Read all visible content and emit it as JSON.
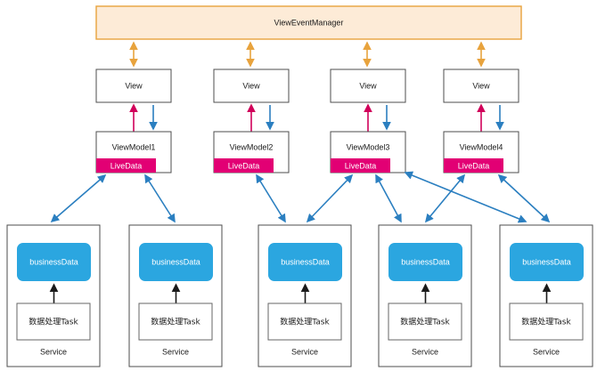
{
  "diagram": {
    "type": "architecture-flow",
    "title_box": {
      "label": "ViewEventManager",
      "fill": "#fdebd7",
      "border": "#e8a33d"
    },
    "views": [
      {
        "label": "View"
      },
      {
        "label": "View"
      },
      {
        "label": "View"
      },
      {
        "label": "View"
      }
    ],
    "viewmodels": [
      {
        "label": "ViewModel1",
        "badge": "LiveData"
      },
      {
        "label": "ViewModel2",
        "badge": "LiveData"
      },
      {
        "label": "ViewModel3",
        "badge": "LiveData"
      },
      {
        "label": "ViewModel4",
        "badge": "LiveData"
      }
    ],
    "services": [
      {
        "data_label": "businessData",
        "task_label": "数据处理Task",
        "label": "Service"
      },
      {
        "data_label": "businessData",
        "task_label": "数据处理Task",
        "label": "Service"
      },
      {
        "data_label": "businessData",
        "task_label": "数据处理Task",
        "label": "Service"
      },
      {
        "data_label": "businessData",
        "task_label": "数据处理Task",
        "label": "Service"
      },
      {
        "data_label": "businessData",
        "task_label": "数据处理Task",
        "label": "Service"
      }
    ],
    "colors": {
      "manager_fill": "#fdebd7",
      "manager_border": "#e8a33d",
      "livedata_badge": "#e20074",
      "business_data": "#2ba6e0",
      "arrow_orange": "#e8a33d",
      "arrow_pink": "#d1005a",
      "arrow_blue": "#2b7fc0",
      "arrow_black": "#1a1a1a",
      "box_border": "#4d4d4d",
      "background": "#ffffff"
    },
    "connections": {
      "manager_to_view": "bidirectional-orange",
      "viewmodel_to_view": "pink-up",
      "view_to_viewmodel": "blue-down",
      "viewmodel_to_service": "bidirectional-blue",
      "task_to_businessdata": "black-up"
    }
  }
}
